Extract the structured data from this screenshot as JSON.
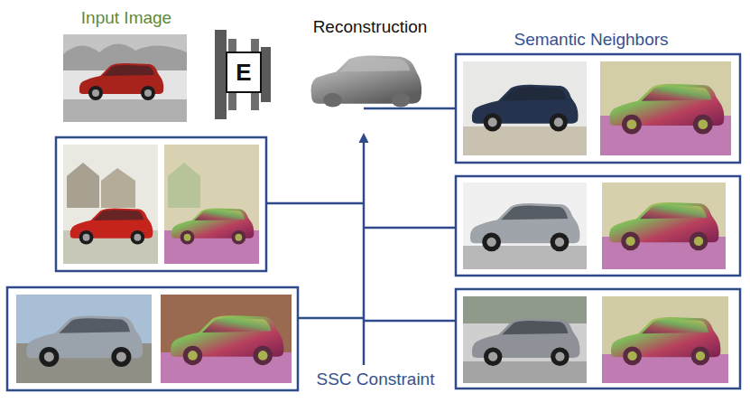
{
  "diagram": {
    "nodes": [
      {
        "text": [
          "E"
        ]
      }
    ],
    "labels": [
      "Input Image",
      "Reconstruction",
      "Semantic Neighbors",
      "SSC Constraint"
    ]
  }
}
